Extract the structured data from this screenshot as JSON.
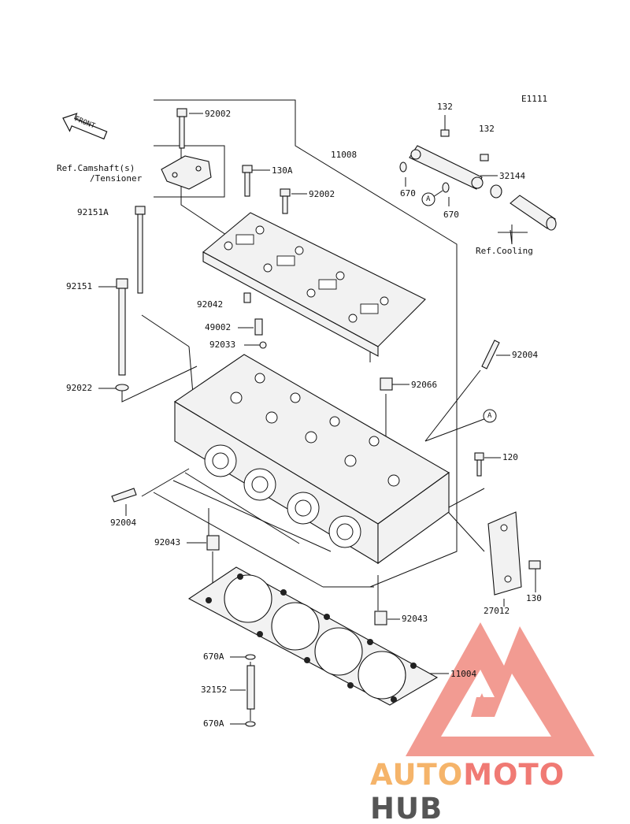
{
  "diagram_code": "E1111",
  "front_arrow": "FRONT",
  "labels": {
    "p92002_top": "92002",
    "p92002_mid": "92002",
    "p130A": "130A",
    "p11008": "11008",
    "p132_a": "132",
    "p132_b": "132",
    "p32144": "32144",
    "p670_a": "670",
    "p670_b": "670",
    "ref_a_1": "A",
    "ref_cooling": "Ref.Cooling",
    "ref_camshaft_1": "Ref.Camshaft(s)",
    "ref_camshaft_2": "/Tensioner",
    "p92151A": "92151A",
    "p92151": "92151",
    "p92042": "92042",
    "p49002": "49002",
    "p92033": "92033",
    "p92004_right": "92004",
    "p92022": "92022",
    "p92066": "92066",
    "ref_a_2": "A",
    "p120": "120",
    "p92004_left": "92004",
    "p92043_left": "92043",
    "p130": "130",
    "p27012": "27012",
    "p92043_right": "92043",
    "p670A_top": "670A",
    "p11004": "11004",
    "p32152": "32152",
    "p670A_bottom": "670A"
  },
  "watermark": {
    "part1": "AUTO",
    "part2": "MOTO",
    "part3": "HUB",
    "color1": "#f5b46a",
    "color2": "#f07a74",
    "color3": "#555555",
    "logo_color": "#f08a80"
  }
}
